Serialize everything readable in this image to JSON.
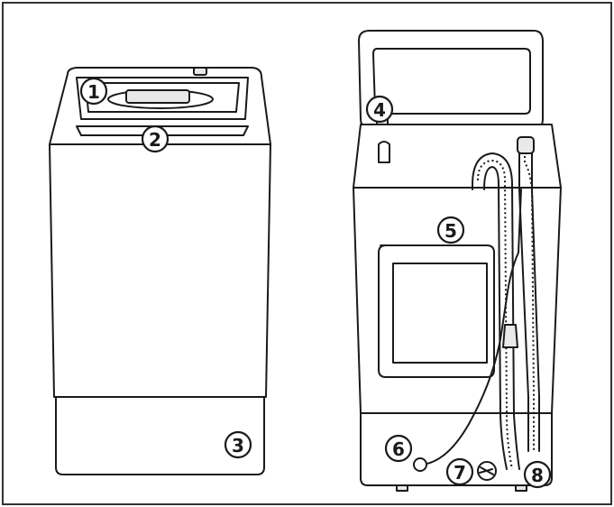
{
  "callouts": [
    {
      "id": "1",
      "label": "1",
      "target": "control-panel-lid"
    },
    {
      "id": "2",
      "label": "2",
      "target": "top-panel-handle"
    },
    {
      "id": "3",
      "label": "3",
      "target": "adjustable-foot"
    },
    {
      "id": "4",
      "label": "4",
      "target": "lid-hinge"
    },
    {
      "id": "5",
      "label": "5",
      "target": "inlet-hose"
    },
    {
      "id": "6",
      "label": "6",
      "target": "power-cord-outlet"
    },
    {
      "id": "7",
      "label": "7",
      "target": "drain-plug"
    },
    {
      "id": "8",
      "label": "8",
      "target": "drain-hose-outlet"
    }
  ],
  "colors": {
    "stroke": "#1a1a1a",
    "fill": "#ffffff",
    "frame": "#333333"
  }
}
